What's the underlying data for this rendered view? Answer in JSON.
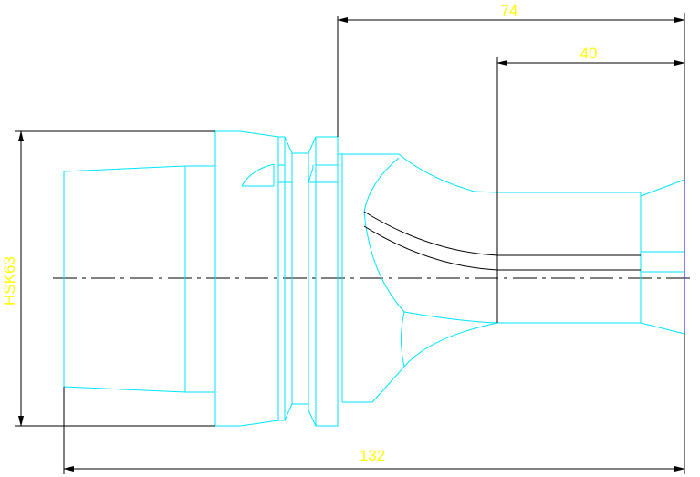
{
  "dimensions": {
    "top_length": "74",
    "upper_length": "40",
    "bottom_length": "132",
    "shank_label": "HSK63"
  },
  "colors": {
    "background": "#ffffff",
    "outline": "#00e5ff",
    "dimension": "#000000",
    "dimension_text": "#ffff00",
    "blue_edge": "#2a2aff"
  }
}
